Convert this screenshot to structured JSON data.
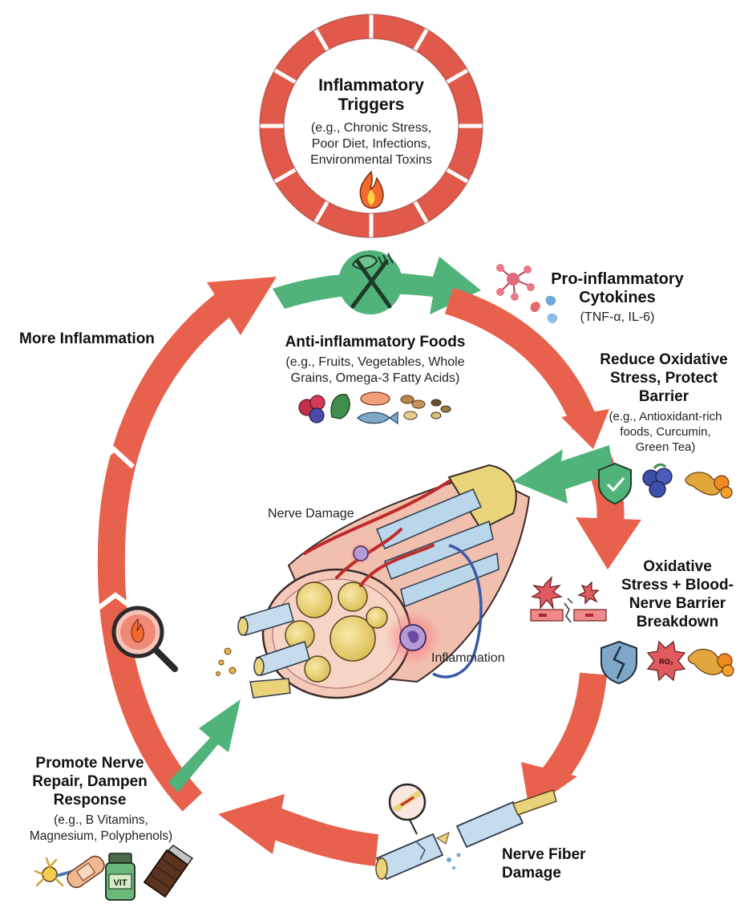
{
  "colors": {
    "cycle_red": "#e8614c",
    "ring_red": "#e0594a",
    "green": "#4fb37a",
    "nerve_yellow": "#e9d47a",
    "myelin_blue": "#b9d6ea",
    "tissue_pink": "#f1bfae"
  },
  "triggers": {
    "title_line1": "Inflammatory",
    "title_line2": "Triggers",
    "examples_line1": "(e.g., Chronic Stress,",
    "examples_line2": "Poor Diet, Infections,",
    "examples_line3": "Environmental Toxins",
    "icon": "fire-icon"
  },
  "foods": {
    "title": "Anti-inflammatory Foods",
    "examples_line1": "(e.g., Fruits, Vegetables, Whole",
    "examples_line2": "Grains, Omega-3 Fatty Acids)",
    "icon": "fork-knife-leaf-icon"
  },
  "cytokines": {
    "title_line1": "Pro-inflammatory",
    "title_line2": "Cytokines",
    "examples": "(TNF-α, IL-6)",
    "icon": "molecule-icon"
  },
  "reduce": {
    "title_line1": "Reduce Oxidative",
    "title_line2": "Stress, Protect",
    "title_line3": "Barrier",
    "examples_line1": "(e.g., Antioxidant-rich",
    "examples_line2": "foods, Curcumin,",
    "examples_line3": "Green Tea)",
    "icons": [
      "shield-check-icon",
      "blueberry-icon",
      "turmeric-icon"
    ]
  },
  "oxidative": {
    "title_line1": "Oxidative",
    "title_line2": "Stress + Blood-",
    "title_line3": "Nerve Barrier",
    "title_line4": "Breakdown",
    "ro2_label": "RO₂"
  },
  "fiber_damage": {
    "title_line1": "Nerve Fiber",
    "title_line2": "Damage"
  },
  "repair": {
    "title_line1": "Promote Nerve",
    "title_line2": "Repair, Dampen",
    "title_line3": "Response",
    "examples_line1": "(e.g., B Vitamins,",
    "examples_line2": "Magnesium, Polyphenols)",
    "vit_label": "VIT"
  },
  "more_inflammation": "More Inflammation",
  "center": {
    "nerve_damage_label": "Nerve Damage",
    "inflammation_label": "Inflammation"
  }
}
